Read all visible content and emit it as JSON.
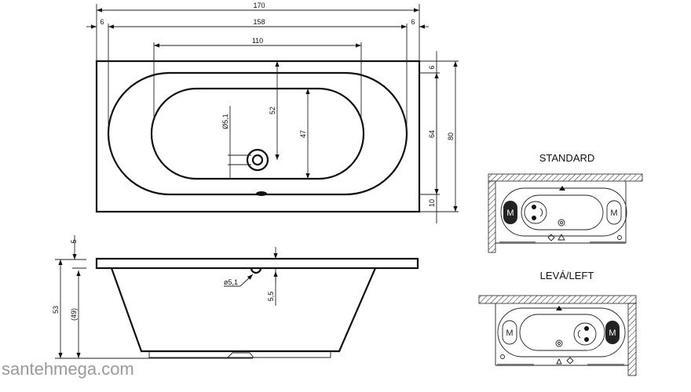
{
  "top_view": {
    "dims": {
      "overall_length": "170",
      "inner_length": "158",
      "rim_left": "6",
      "rim_right": "6",
      "bottom_length": "110",
      "rim_top": "6",
      "inner_width": "64",
      "overall_width": "80",
      "rim_bottom": "10",
      "drain_offset": "52",
      "bottom_width": "47",
      "drain_diameter": "Ø5,1"
    }
  },
  "side_view": {
    "dims": {
      "rim_height": "5",
      "total_height": "53",
      "body_height": "(49)",
      "overflow_diameter": "ø5,1",
      "overflow_depth": "5,5"
    }
  },
  "variants": {
    "standard_label": "STANDARD",
    "left_label": "LEVÁ/LEFT",
    "motor_label": "M"
  },
  "watermark": "santehmega.com"
}
